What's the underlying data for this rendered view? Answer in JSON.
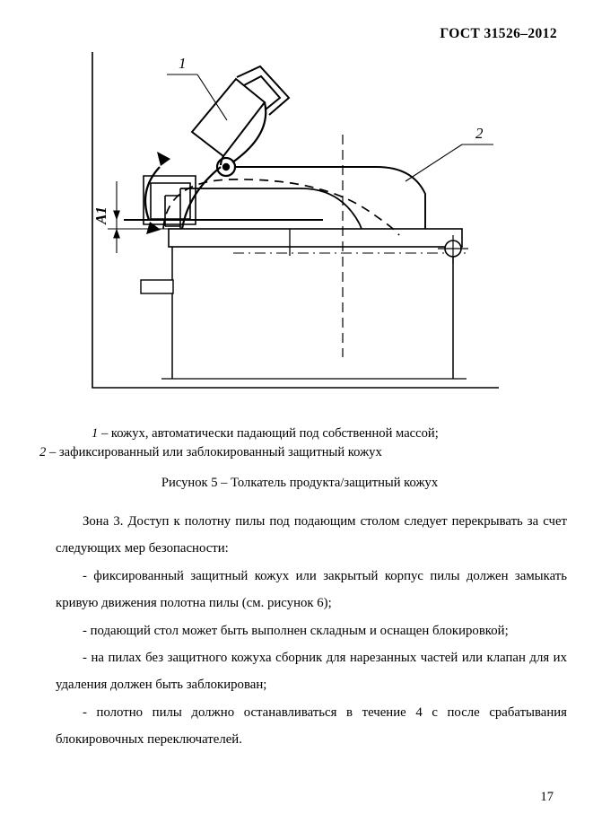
{
  "header": {
    "standard_title": "ГОСТ 31526–2012"
  },
  "figure": {
    "callouts": [
      {
        "id": "1",
        "label": "1"
      },
      {
        "id": "2",
        "label": "2"
      }
    ],
    "dimension_label": "A1",
    "legend": [
      {
        "key": "1",
        "dash": " – ",
        "text": "кожух, автоматически падающий под собственной массой;"
      },
      {
        "key": "2",
        "dash": " – ",
        "text": "зафиксированный или заблокированный защитный кожух"
      }
    ],
    "caption": "Рисунок 5 – Толкатель продукта/защитный кожух"
  },
  "body": {
    "paragraphs": [
      "Зона 3.  Доступ к полотну пилы под подающим столом следует  перекрывать за счет следующих мер безопасности:",
      "- фиксированный защитный кожух  или  закрытый  корпус пилы должен замыкать кривую движения полотна пилы (см. рисунок 6);",
      "- подающий стол может быть выполнен складным и оснащен блокировкой;",
      "- на пилах без защитного кожуха сборник для нарезанных частей или клапан для их удаления должен быть заблокирован;",
      "- полотно пилы должно останавливаться в течение 4 с после срабатывания блокировочных переключателей."
    ]
  },
  "footer": {
    "page_number": "17"
  },
  "colors": {
    "ink": "#000000",
    "paper": "#ffffff"
  }
}
